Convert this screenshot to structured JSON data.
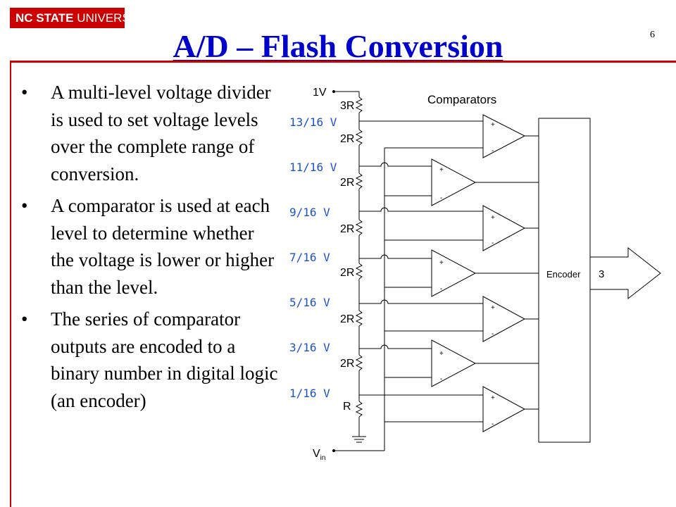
{
  "header": {
    "logo_bold": "NC STATE",
    "logo_rest": " UNIVERSITY",
    "title": "A/D – Flash Conversion",
    "slide_number": "6"
  },
  "bullets": [
    "A multi-level voltage divider is used to set voltage levels over the complete range of conversion.",
    "A comparator is used at each level to determine whether the voltage is lower or higher than the level.",
    "The series of comparator outputs are encoded to a binary number in digital logic (an encoder)"
  ],
  "diagram": {
    "top_voltage": "1V",
    "comparators_label": "Comparators",
    "encoder_label": "Encoder",
    "output_bits": "3",
    "input_label": "V",
    "input_subscript": "in",
    "resistors": [
      "3R",
      "2R",
      "2R",
      "2R",
      "2R",
      "2R",
      "2R",
      "R"
    ],
    "levels": [
      "13/16 V",
      "11/16 V",
      "9/16 V",
      "7/16 V",
      "5/16 V",
      "3/16 V",
      "1/16 V"
    ],
    "plus": "+",
    "minus": "-",
    "colors": {
      "title": "#0000cc",
      "accent": "#cc0000",
      "level_labels": "#1a50d8"
    }
  }
}
